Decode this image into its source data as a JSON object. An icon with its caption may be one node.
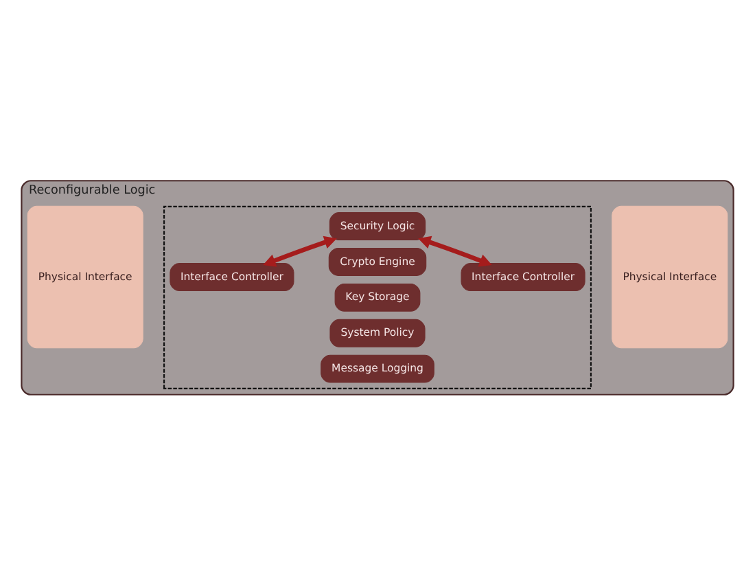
{
  "diagram": {
    "nodes": [
      {
        "text": [
          "Reconfigurable Logic"
        ]
      },
      {
        "text": [],
        "shape": "box",
        "in": 0
      },
      {
        "text": [
          "Physical Interface"
        ],
        "in": 0
      },
      {
        "text": [
          "Interface Controller"
        ],
        "in": 1
      },
      {
        "text": [
          "Crypto Engine"
        ],
        "in": 1
      },
      {
        "text": [
          "Key Storage"
        ],
        "in": 1
      },
      {
        "text": [
          "Security Logic"
        ],
        "in": 1
      },
      {
        "text": [
          "System Policy"
        ],
        "in": 1
      },
      {
        "text": [
          "Message Logging"
        ],
        "in": 1
      },
      {
        "text": [
          "Interface Controller"
        ],
        "in": 1
      },
      {
        "text": [
          "Physical Interface"
        ],
        "in": 0
      }
    ],
    "edges": [
      {
        "from": 3,
        "to": 6,
        "arrow": "both",
        "color": "#a51c1c"
      },
      {
        "from": 6,
        "to": 9,
        "arrow": "both",
        "color": "#a51c1c"
      }
    ]
  }
}
